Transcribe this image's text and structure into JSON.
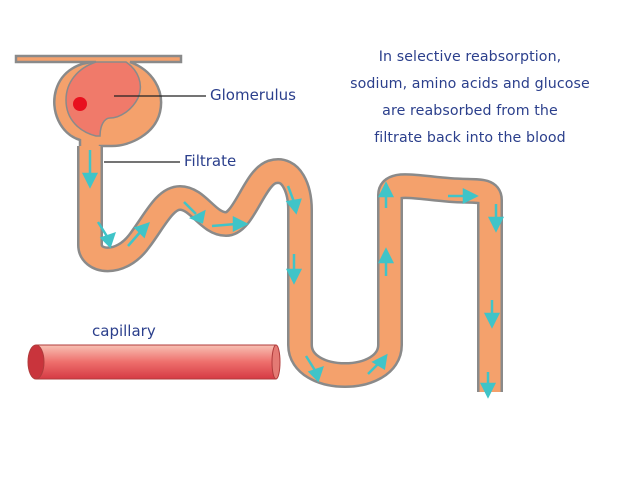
{
  "caption": {
    "lines": [
      "In selective reabsorption,",
      "sodium, amino acids and glucose",
      "are reabsorbed from the",
      "filtrate back into the blood"
    ]
  },
  "labels": {
    "glomerulus": "Glomerulus",
    "filtrate": "Filtrate",
    "capillary": "capillary"
  },
  "colors": {
    "tubule_wall": "#8a8a8a",
    "tubule_fill": "#f4a16c",
    "glomerulus": "#f07a6a",
    "dot": "#e8101e",
    "capillary_light": "#f7b3a6",
    "capillary_dark": "#e0404a",
    "arrow": "#40c4c8",
    "text": "#2b3f8c"
  }
}
